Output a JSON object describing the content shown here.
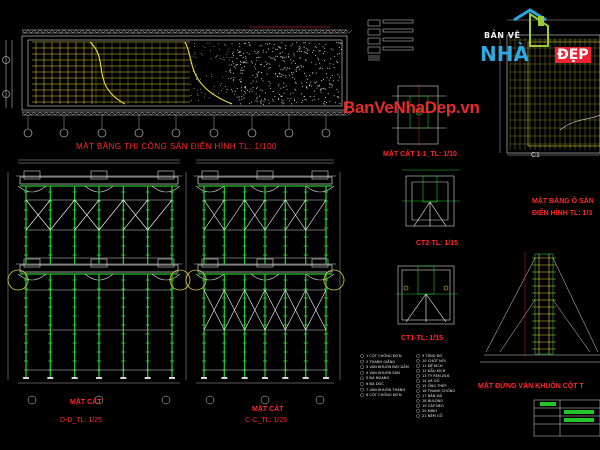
{
  "colors": {
    "background": "#000000",
    "steel": "#22c42a",
    "frame": "#d8d8d8",
    "brace": "#ffffff",
    "plan": "#e0d23a",
    "title": "#ff2a2a",
    "logo_blue": "#2fa7e0"
  },
  "titles": {
    "plan_main": "MẶT BẰNG THI CÔNG SÀN ĐIỂN HÌNH TL: 1/100",
    "section_dd_line1": "MẶT CẮT",
    "section_dd_line2": "D-D_TL: 1/25",
    "section_cc_line1": "MẶT CẮT",
    "section_cc_line2": "C-C_TL: 1/25",
    "section_11": "MẶT CẮT 1-1_TL: 1/10",
    "detail_ct2": "CT2-TL: 1/15",
    "detail_ct1": "CT1-TL: 1/15",
    "plan_slab_line1": "MẶT BẰNG Ô SÀN",
    "plan_slab_line2": "ĐIỂN HÌNH TL: 1/3",
    "column_elev": "MẶT ĐỨNG VÁN KHUÔN CỘT T",
    "plan_marker": "C1"
  },
  "watermark": "BanVeNhaDep.vn",
  "logo": {
    "top": "BẢN VẼ",
    "nha": "NHÀ",
    "dep": "ĐẸP"
  },
  "legend": {
    "col1": [
      "1 CỘT CHỐNG ĐƠN",
      "2 THANH GIẰNG",
      "3 VÁN KHUÔN ĐÁY DẦM",
      "4 VÁN KHUÔN SÀN",
      "5 ĐÀ NGANG",
      "6 ĐÀ DỌC",
      "7 VÁN KHUÔN THÀNH",
      "8 CỘT CHỐNG ĐƠN"
    ],
    "col2": [
      "9 TĂNG ĐƠ",
      "10 CHỐT NỐI",
      "11 ĐẾ KÍCH",
      "12 ĐẦU KÍCH",
      "13 TY REN Ø16",
      "14 XÀ GỒ",
      "15 ỐNG THÉP",
      "16 THANH CHỐNG",
      "17 BẢN MÃ",
      "18 BULÔNG",
      "19 CÁP NEO",
      "20 ĐINH",
      "21 NÊM GỖ"
    ]
  }
}
